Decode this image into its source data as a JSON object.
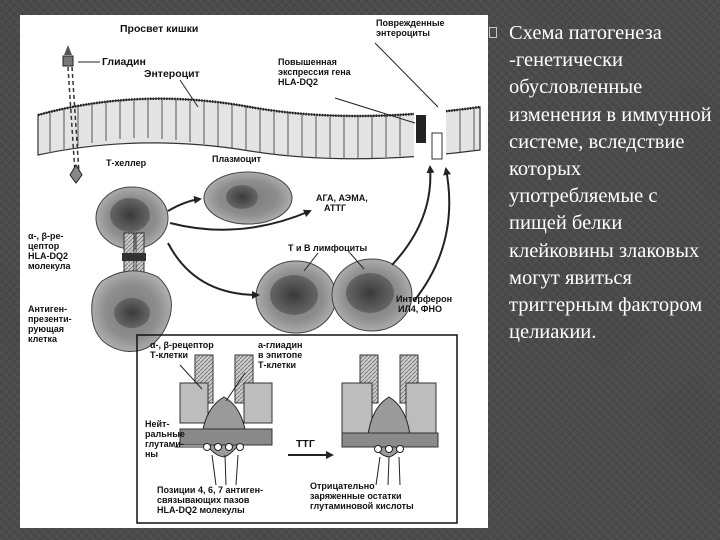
{
  "caption": "Схема патогенеза -генетически обусловленные изменения в иммунной системе, вследствие которых употребляемые с пищей белки клейковины злаковых могут явиться триггерным фактором целиакии.",
  "diagram": {
    "title": "Просвет кишки",
    "damaged_enterocytes": [
      "Поврежденные",
      "энтероциты"
    ],
    "gliadin": "Глиадин",
    "enterocyte": "Энтероцит",
    "hla_expression": [
      "Повышенная",
      "экспрессия гена",
      "HLA-DQ2"
    ],
    "t_helper": "Т-хеллер",
    "plasma_cell": "Плазмоцит",
    "antibodies": [
      "АГА, АЭМА,",
      "АТТГ"
    ],
    "receptor": [
      "α-, β-ре-",
      "цептор",
      "HLA-DQ2",
      "молекула"
    ],
    "lymphocytes": "Т и В лимфоциты",
    "apc": [
      "Антиген-",
      "презенти-",
      "рующая",
      "клетка"
    ],
    "interferon": [
      "Интерферон",
      "ИЛ4, ФНО"
    ],
    "tcell_receptor": [
      "α-, β-рецептор",
      "Т-клетки"
    ],
    "gliadin_epitope": [
      "а-глиадин",
      "в эпитопе",
      "Т-клетки"
    ],
    "neutral_glutamines": [
      "Нейт-",
      "ральные",
      "глутами-",
      "ны"
    ],
    "ttg": "ТТГ",
    "positions": [
      "Позиции 4, 6, 7 антиген-",
      "связывающих пазов",
      "HLA-DQ2 молекулы"
    ],
    "negative_residues": [
      "Отрицательно",
      "заряженные остатки",
      "глутаминовой кислоты"
    ]
  }
}
